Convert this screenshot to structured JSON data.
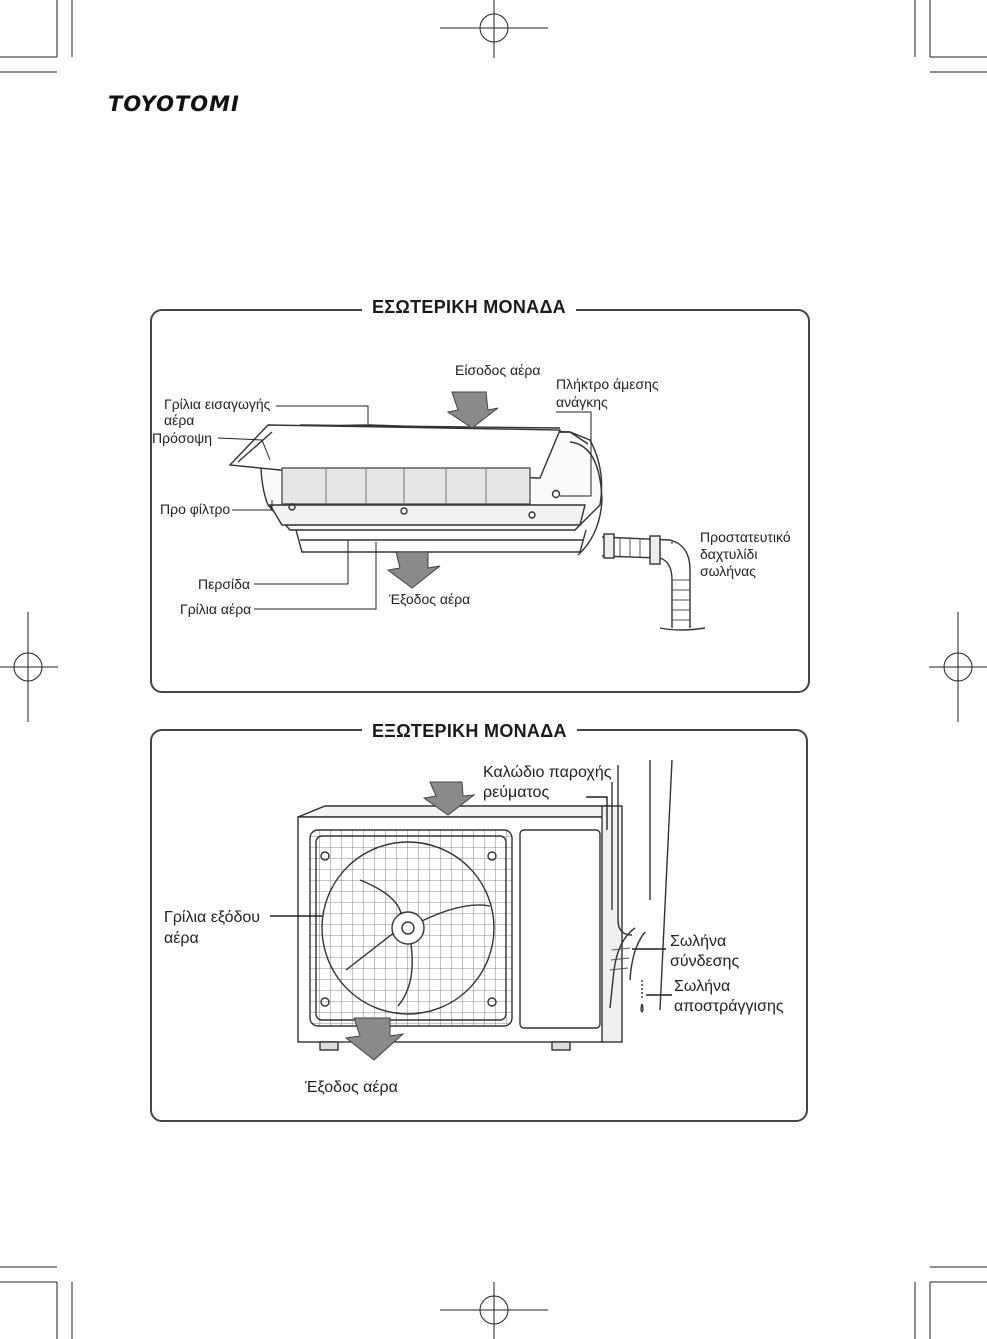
{
  "header": {
    "brand": "TOYOTOMI"
  },
  "indoor": {
    "title": "ΕΣΩΤΕΡΙΚΗ ΜΟΝΑΔΑ",
    "labels": {
      "air_inlet": "Είσοδος αέρα",
      "inlet_grille_1": "Γρίλια εισαγωγής",
      "inlet_grille_2": "αέρα",
      "front_panel": "Πρόσοψη",
      "emergency_1": "Πλήκτρο άμεσης",
      "emergency_2": "ανάγκης",
      "prefilter": "Προ φίλτρο",
      "louver": "Περσίδα",
      "air_grille": "Γρίλια αέρα",
      "air_outlet": "Έξοδος αέρα",
      "protect_1": "Προστατευτικό",
      "protect_2": "δαχτυλίδι",
      "protect_3": "σωλήνας"
    }
  },
  "outdoor": {
    "title": "ΕΞΩΤΕΡΙΚΗ ΜΟΝΑΔΑ",
    "labels": {
      "power_cable_1": "Καλώδιο παροχής",
      "power_cable_2": "ρεύματος",
      "outlet_grille_1": "Γρίλια εξόδου",
      "outlet_grille_2": "αέρα",
      "connect_pipe_1": "Σωλήνα",
      "connect_pipe_2": "σύνδεσης",
      "drain_pipe_1": "Σωλήνα",
      "drain_pipe_2": "αποστράγγισης",
      "air_outlet": "Έξοδος αέρα"
    }
  }
}
